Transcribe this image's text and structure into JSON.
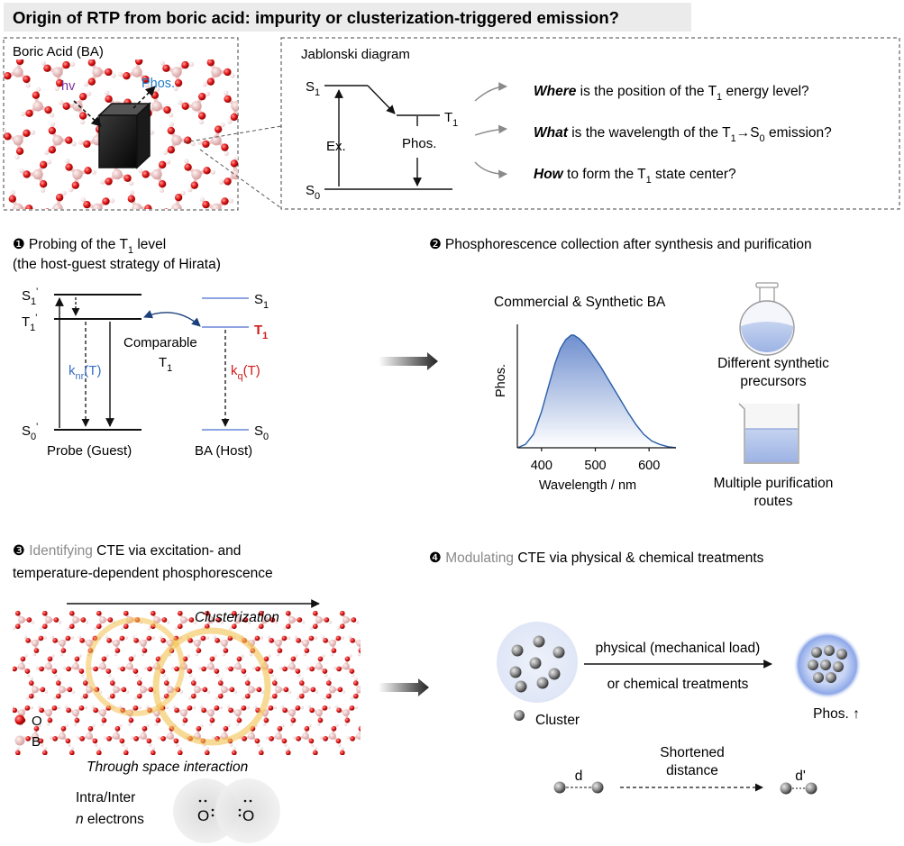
{
  "title": "Origin of RTP from boric acid: impurity or clusterization-triggered emission?",
  "colors": {
    "title_bg": "#ebebeb",
    "oxygen": "#e01212",
    "boron": "#e9b8b8",
    "hydrogen": "#f7dede",
    "hv": "#7b2fa0",
    "phos_blue": "#1f7ac7",
    "knr": "#3a6fc4",
    "red": "#d11a1a",
    "host_line": "#6a86d6",
    "curve": "#2a5ea8",
    "halo": "#f2c14e"
  },
  "top_left": {
    "label": "Boric Acid (BA)",
    "hv": "hv",
    "phos": "Phos."
  },
  "jablonski": {
    "title": "Jablonski diagram",
    "s1": "S",
    "s1_sub": "1",
    "t1": "T",
    "t1_sub": "1",
    "s0": "S",
    "s0_sub": "0",
    "ex": "Ex.",
    "phos": "Phos."
  },
  "questions": [
    {
      "bold": "Where",
      "pre": " is the position of the T",
      "sub": "1",
      "post": " energy level?"
    },
    {
      "bold": "What",
      "pre": " is the wavelength of the T",
      "sub": "1",
      "mid": "→S",
      "sub2": "0",
      "post": " emission?"
    },
    {
      "bold": "How",
      "pre": " to form the T",
      "sub": "1",
      "post": " state center?"
    }
  ],
  "panel1": {
    "num": "❶",
    "title_pre": "Probing of the T",
    "title_sub": "1",
    "title_post": " level",
    "subtitle": "(the host-guest strategy of Hirata)",
    "s1p": "S",
    "s1p_sub": "1",
    "t1p": "T",
    "t1p_sub": "1",
    "s0p": "S",
    "s0p_sub": "0",
    "prime": "'",
    "knr": "k",
    "knr_sub": "nr",
    "knr_post": "(T)",
    "kq": "k",
    "kq_sub": "q",
    "kq_post": "(T)",
    "comparable": "Comparable",
    "comp_t": "T",
    "comp_sub": "1",
    "host_s1": "S",
    "host_s1_sub": "1",
    "host_t1": "T",
    "host_t1_sub": "1",
    "host_s0": "S",
    "host_s0_sub": "0",
    "probe": "Probe (Guest)",
    "host": "BA (Host)"
  },
  "panel2": {
    "num": "❷",
    "title": "Phosphorescence collection after synthesis and purification",
    "chart_title": "Commercial & Synthetic BA",
    "flask_label_1": "Different synthetic",
    "flask_label_2": "precursors",
    "beaker_label_1": "Multiple purification",
    "beaker_label_2": "routes"
  },
  "chart_data": {
    "type": "area",
    "title": "Commercial & Synthetic BA",
    "xlabel": "Wavelength / nm",
    "ylabel": "Phos.",
    "xlim": [
      355,
      650
    ],
    "ylim": [
      0,
      1
    ],
    "xticks": [
      "400",
      "500",
      "600"
    ],
    "xtick_values": [
      400,
      500,
      600
    ],
    "series": [
      {
        "x": [
          355,
          370,
          385,
          400,
          415,
          425,
          435,
          445,
          455,
          460,
          470,
          480,
          490,
          500,
          510,
          520,
          530,
          545,
          560,
          575,
          590,
          605,
          620,
          635,
          650
        ],
        "y": [
          0.0,
          0.03,
          0.12,
          0.32,
          0.58,
          0.75,
          0.88,
          0.96,
          1.0,
          1.0,
          0.97,
          0.92,
          0.86,
          0.79,
          0.72,
          0.64,
          0.56,
          0.44,
          0.32,
          0.21,
          0.12,
          0.06,
          0.03,
          0.01,
          0.0
        ]
      }
    ]
  },
  "panel3": {
    "num": "❸",
    "title_grey": " Identifying",
    "title_rest": " CTE via excitation- and",
    "title_line2": "temperature-dependent phosphorescence",
    "arrow_label": "Clusterization",
    "legend_o": "O",
    "legend_b": "B",
    "through_space": "Through space interaction",
    "intra": "Intra/Inter",
    "n_electrons_n": "n",
    "n_electrons": " electrons",
    "o_left": "O",
    "o_right": "O"
  },
  "panel4": {
    "num": "❹",
    "title_grey": " Modulating",
    "title_rest": " CTE via physical & chemical treatments",
    "arrow_top": "physical (mechanical load)",
    "arrow_bottom": "or chemical treatments",
    "cluster": "Cluster",
    "phos_up": "Phos. ↑",
    "d": "d",
    "d_prime": "d'",
    "shortened_1": "Shortened",
    "shortened_2": "distance"
  }
}
